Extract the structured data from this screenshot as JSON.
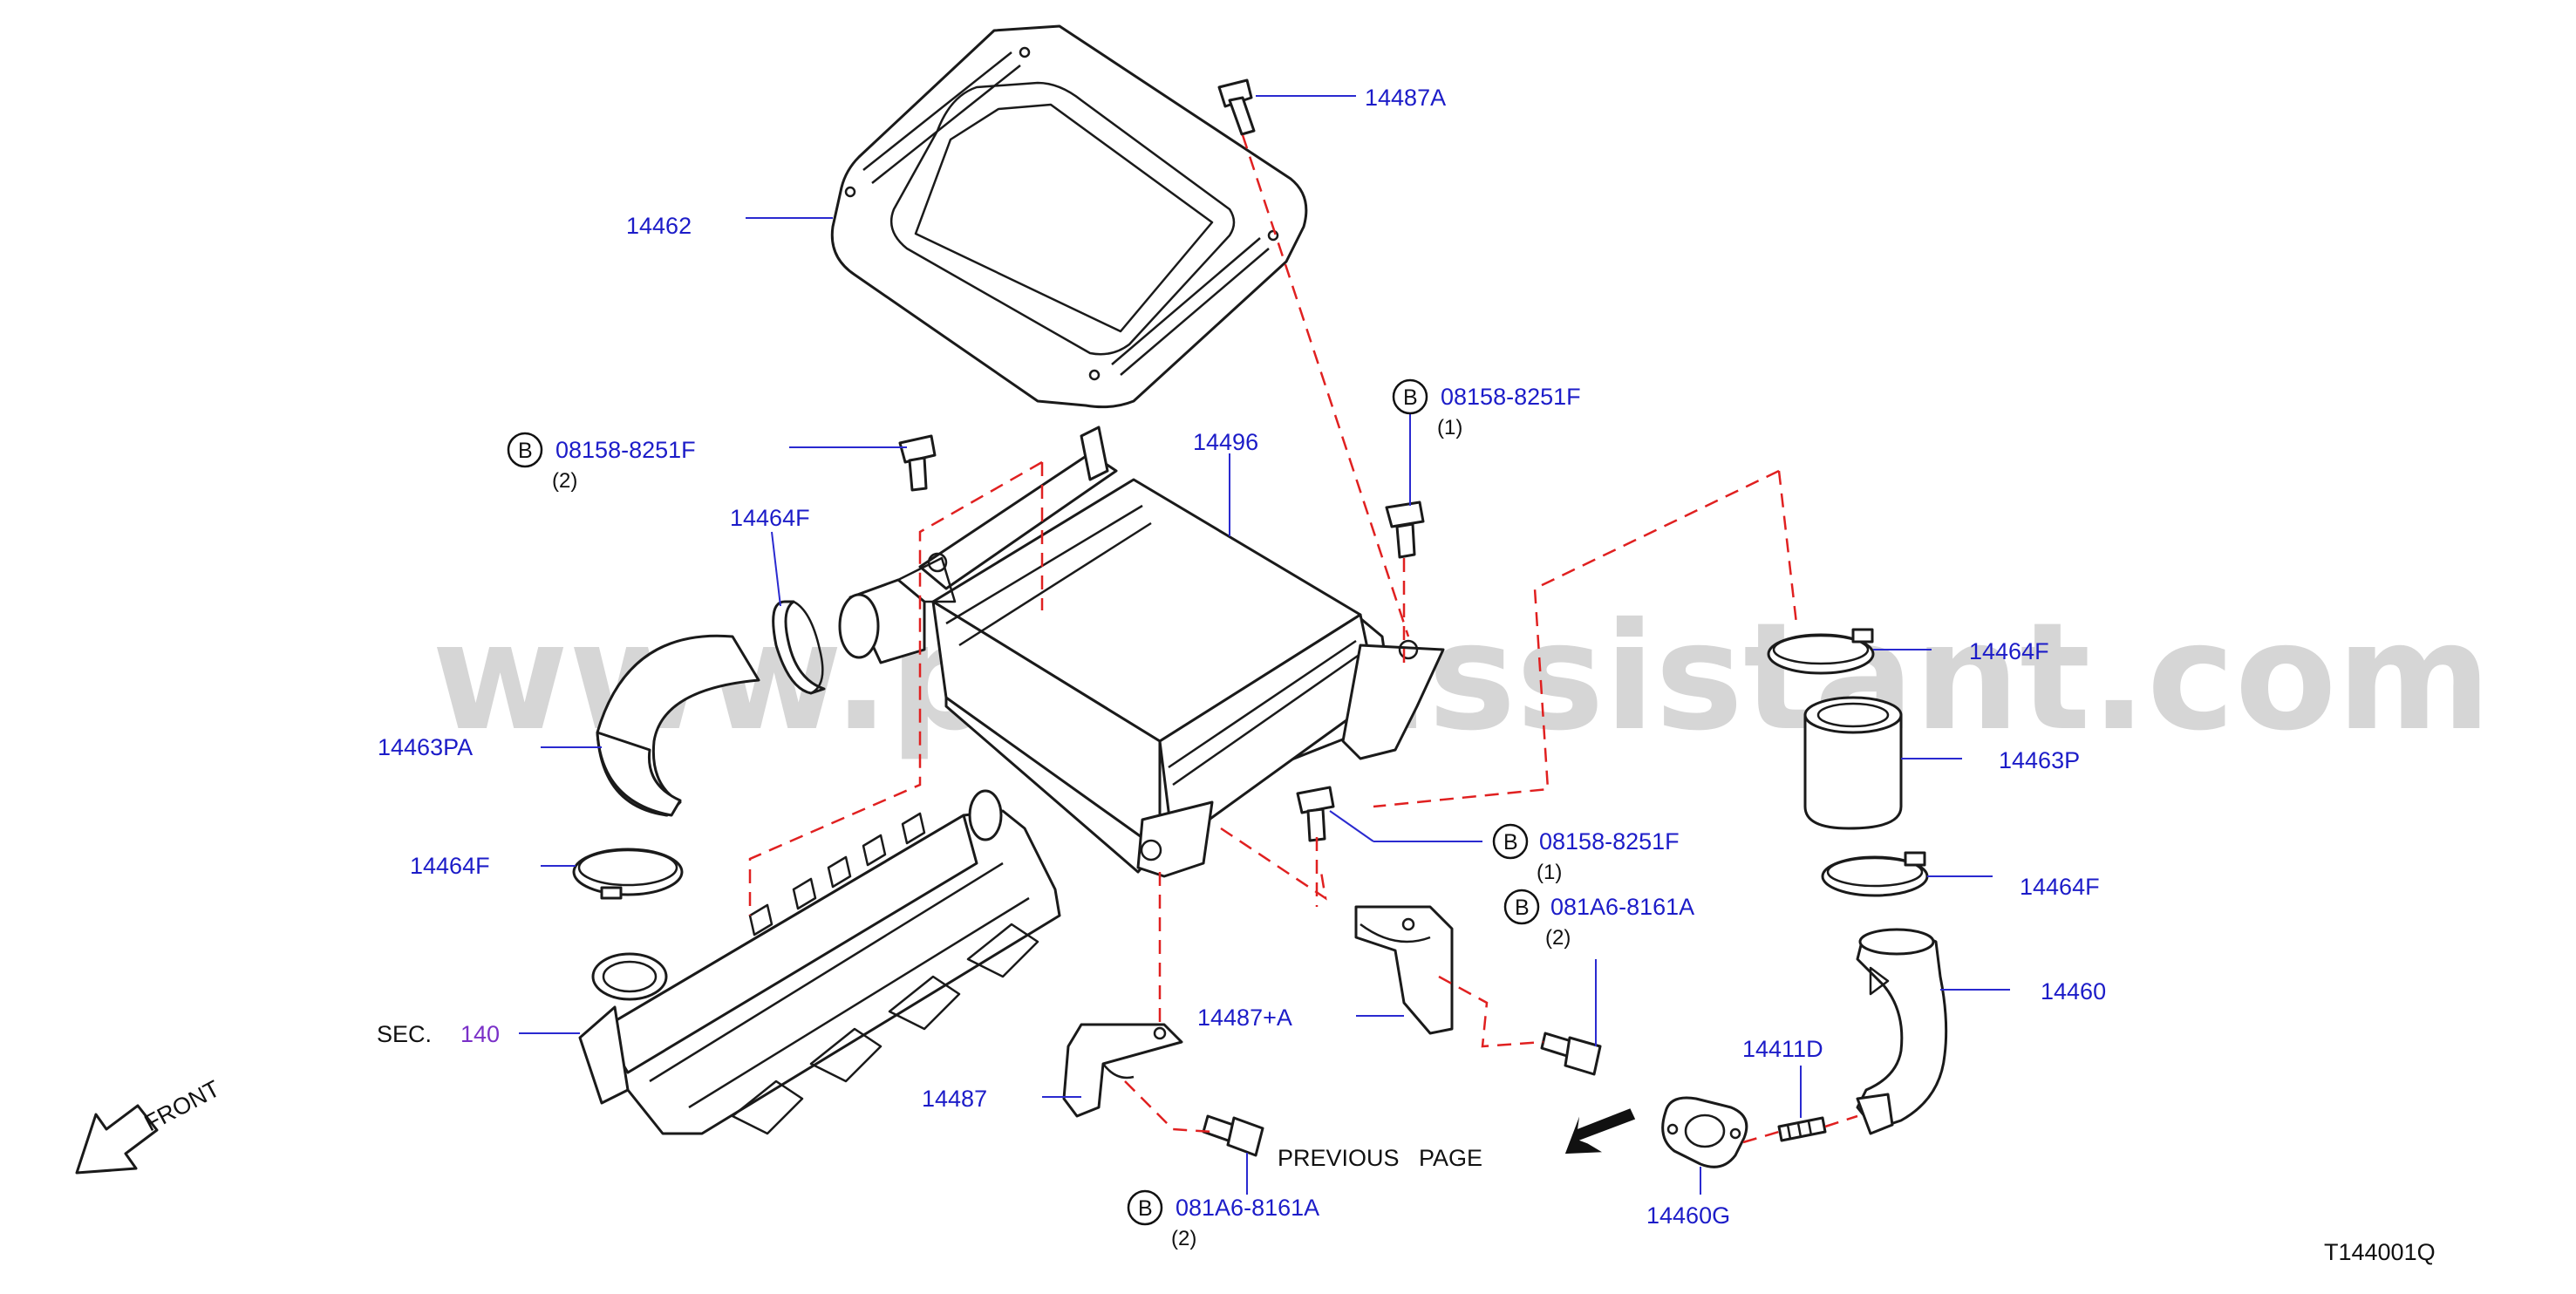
{
  "watermark": "www.partsassistant.com",
  "diagram_code": "T144001Q",
  "colors": {
    "label": "#1c1cc8",
    "sec_ref": "#7a30c8",
    "dashed": "#e02020",
    "outline": "#1a1a1a"
  },
  "labels": {
    "cover": "14462",
    "cover_bolt": "14487A",
    "intercooler": "14496",
    "clamp_left_upper": "14464F",
    "hose_left": "14463PA",
    "clamp_left_lower": "14464F",
    "clamp_right_upper": "14464F",
    "hose_right": "14463P",
    "clamp_right_lower": "14464F",
    "pipe_right": "14460",
    "stud": "14411D",
    "gasket": "14460G",
    "bracket_left": "14487",
    "bracket_right": "14487+A"
  },
  "bolts": {
    "top_left": {
      "mark": "B",
      "part": "08158-8251F",
      "qty": "(2)"
    },
    "top_right": {
      "mark": "B",
      "part": "08158-8251F",
      "qty": "(1)"
    },
    "mid_right": {
      "mark": "B",
      "part": "08158-8251F",
      "qty": "(1)"
    },
    "bracket_right": {
      "mark": "B",
      "part": "081A6-8161A",
      "qty": "(2)"
    },
    "bracket_left": {
      "mark": "B",
      "part": "081A6-8161A",
      "qty": "(2)"
    }
  },
  "section": {
    "prefix": "SEC.",
    "number": "140"
  },
  "previous_page": "PREVIOUS   PAGE",
  "front_label": "FRONT",
  "icons": {
    "front_arrow": "front-arrow-icon",
    "previous_page_arrow": "left-arrow-icon"
  }
}
